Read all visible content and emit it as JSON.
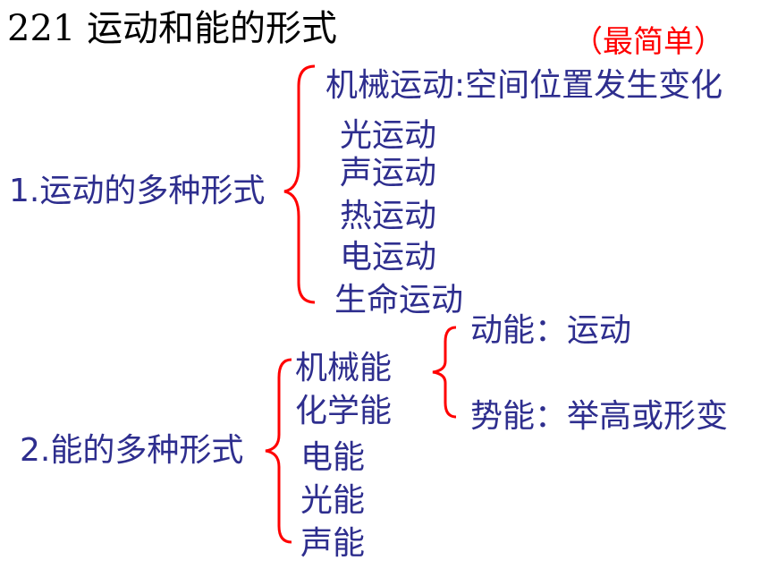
{
  "title": "221 运动和能的形式",
  "note": "（最简单）",
  "section1": {
    "label": "1.运动的多种形式",
    "items": [
      "机械运动:空间位置发生变化",
      "光运动",
      "声运动",
      "热运动",
      "电运动",
      "生命运动"
    ]
  },
  "section2": {
    "label": "2.能的多种形式",
    "items": [
      "机械能",
      "化学能",
      "电能",
      "光能",
      "声能"
    ],
    "mechanical": {
      "items": [
        "动能：运动",
        "势能：举高或形变"
      ]
    }
  },
  "colors": {
    "text": "#2e2e8e",
    "brace": "#ff0000",
    "title": "#000000"
  }
}
